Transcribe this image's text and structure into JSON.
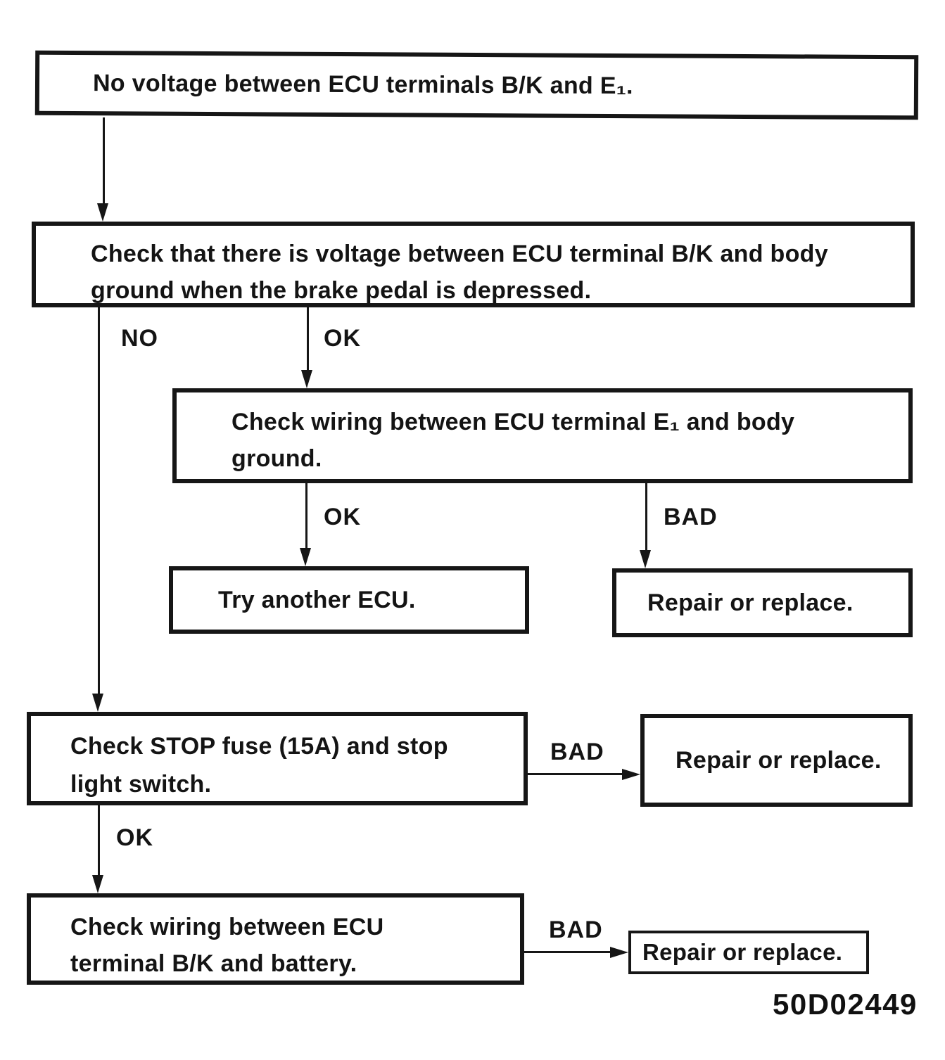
{
  "colors": {
    "ink": "#161616",
    "paper": "#ffffff"
  },
  "nodes": {
    "n1": {
      "text": "No voltage between ECU terminals B/K and E₁."
    },
    "n2": {
      "lines": [
        "Check that there is voltage between ECU terminal B/K and body",
        "ground when the brake pedal is depressed."
      ]
    },
    "n3": {
      "lines": [
        "Check wiring between ECU terminal E₁ and body",
        "ground."
      ]
    },
    "n4": {
      "text": "Try another ECU."
    },
    "n5": {
      "text": "Repair or replace."
    },
    "n6": {
      "lines": [
        "Check STOP fuse (15A) and stop",
        "light switch."
      ]
    },
    "n7": {
      "text": "Repair or replace."
    },
    "n8": {
      "lines": [
        "Check wiring between ECU",
        "terminal B/K and battery."
      ]
    },
    "n9": {
      "text": "Repair or replace."
    }
  },
  "edge_labels": {
    "n2_no": "NO",
    "n2_ok": "OK",
    "n3_ok": "OK",
    "n3_bad": "BAD",
    "n6_bad": "BAD",
    "n6_ok": "OK",
    "n8_bad": "BAD"
  },
  "icons": {
    "arrow_down": "filled triangle pointing down",
    "arrow_right": "filled triangle pointing right"
  },
  "figure_code": "50D02449"
}
